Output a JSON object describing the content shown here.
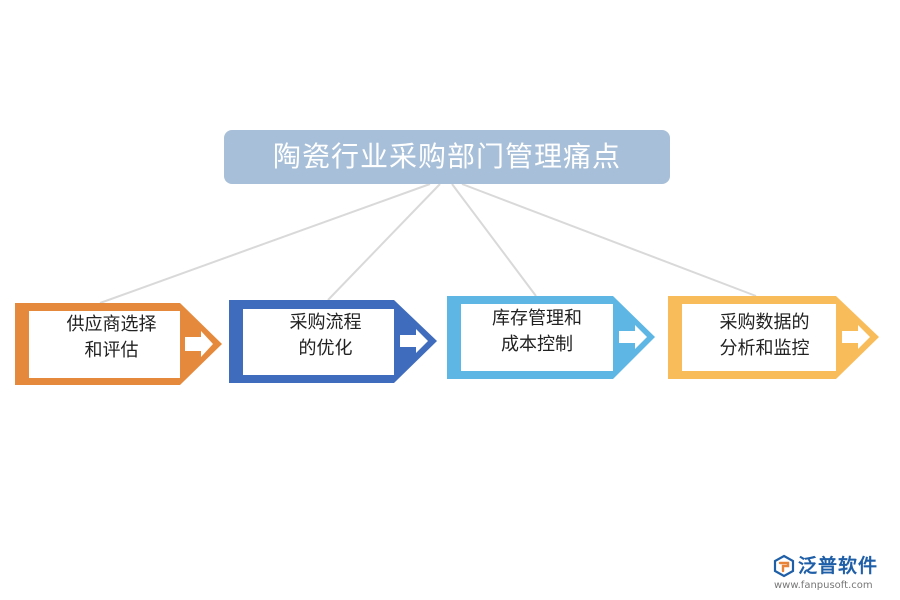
{
  "title": "陶瓷行业采购部门管理痛点",
  "steps": [
    {
      "label": "供应商选择\n和评估",
      "color": "#e58a3c"
    },
    {
      "label": "采购流程\n的优化",
      "color": "#3f6cbc"
    },
    {
      "label": "库存管理和\n成本控制",
      "color": "#5db6e3"
    },
    {
      "label": "采购数据的\n分析和监控",
      "color": "#f9bc5b"
    }
  ],
  "colors": {
    "title_bg": "#a7bfd8",
    "connector": "#d9d9d9",
    "logo_blue": "#1f5fa8",
    "logo_orange": "#e8833a"
  },
  "logo": {
    "name": "泛普软件",
    "url": "www.fanpusoft.com",
    "icon": "fanpu-logo-icon"
  }
}
